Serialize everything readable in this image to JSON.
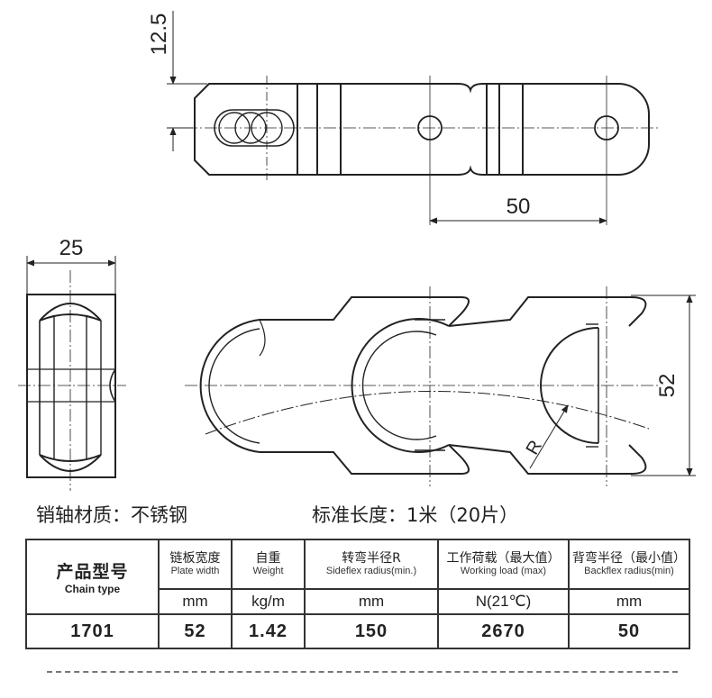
{
  "dimensions": {
    "height_top": "12.5",
    "pitch": "50",
    "width": "25",
    "plate_width": "52",
    "radius_label": "R"
  },
  "notes": {
    "pin_material": "销轴材质：不锈钢",
    "standard_length": "标准长度：1米（20片）"
  },
  "table": {
    "headers": [
      {
        "cn": "产品型号",
        "en": "Chain type"
      },
      {
        "cn": "链板宽度",
        "en": "Plate width"
      },
      {
        "cn": "自重",
        "en": "Weight"
      },
      {
        "cn": "转弯半径R",
        "en": "Sideflex radius(min.)"
      },
      {
        "cn": "工作荷载（最大值）",
        "en": "Working load  (max)"
      },
      {
        "cn": "背弯半径（最小值）",
        "en": "Backflex radius(min)"
      }
    ],
    "units": [
      "mm",
      "kg/m",
      "mm",
      "N(21℃)",
      "mm"
    ],
    "row": [
      "1701",
      "52",
      "1.42",
      "150",
      "2670",
      "50"
    ]
  }
}
